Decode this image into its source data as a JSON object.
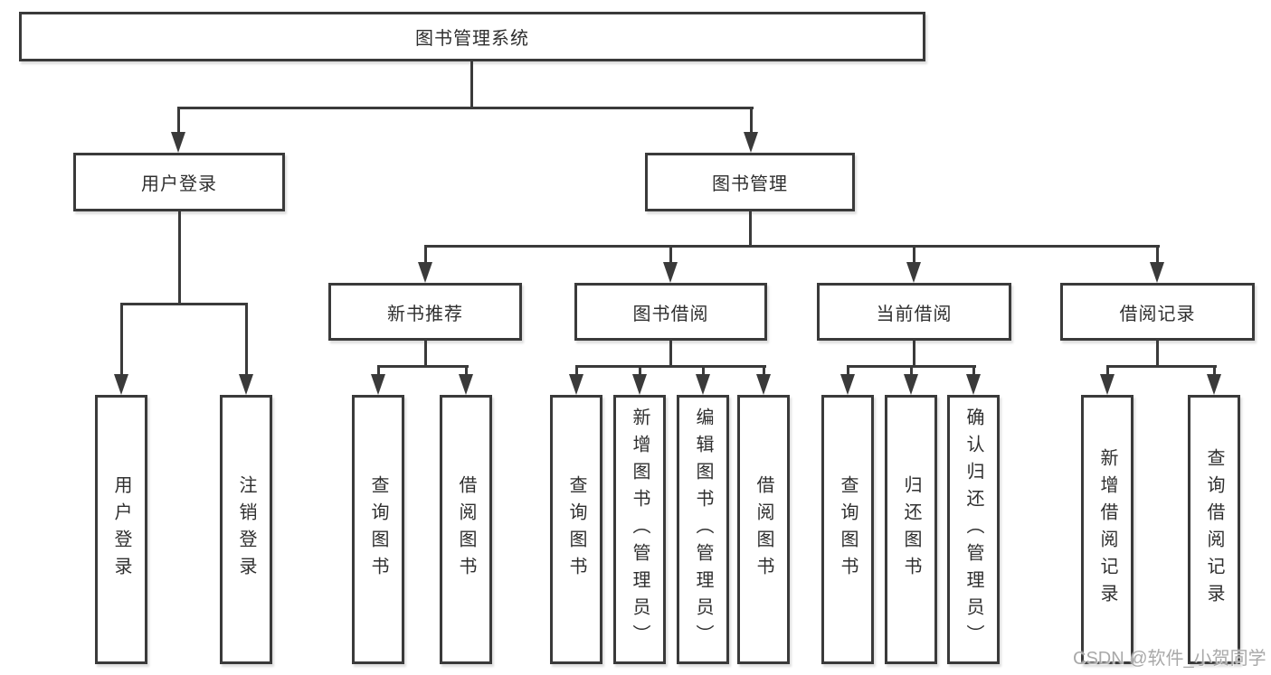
{
  "diagram": {
    "root_label": "图书管理系统",
    "level2": [
      {
        "label": "用户登录"
      },
      {
        "label": "图书管理"
      }
    ],
    "level3": [
      {
        "label": "新书推荐",
        "parent": "图书管理"
      },
      {
        "label": "图书借阅",
        "parent": "图书管理"
      },
      {
        "label": "当前借阅",
        "parent": "图书管理"
      },
      {
        "label": "借阅记录",
        "parent": "图书管理"
      }
    ],
    "leaves": [
      {
        "label": "用户登录",
        "parent": "用户登录"
      },
      {
        "label": "注销登录",
        "parent": "用户登录"
      },
      {
        "label": "查询图书",
        "parent": "新书推荐"
      },
      {
        "label": "借阅图书",
        "parent": "新书推荐"
      },
      {
        "label": "查询图书",
        "parent": "图书借阅"
      },
      {
        "label": "新增图书（管理员）",
        "parent": "图书借阅"
      },
      {
        "label": "编辑图书（管理员）",
        "parent": "图书借阅"
      },
      {
        "label": "借阅图书",
        "parent": "图书借阅"
      },
      {
        "label": "查询图书",
        "parent": "当前借阅"
      },
      {
        "label": "归还图书",
        "parent": "当前借阅"
      },
      {
        "label": "确认归还（管理员）",
        "parent": "当前借阅"
      },
      {
        "label": "新增借阅记录",
        "parent": "借阅记录"
      },
      {
        "label": "查询借阅记录",
        "parent": "借阅记录"
      }
    ],
    "watermark": "CSDN @软件_小贺同学",
    "colors": {
      "line": "#3a3a3a",
      "text": "#2f2f2f",
      "background": "#ffffff",
      "watermark": "#a9a9a9"
    }
  }
}
